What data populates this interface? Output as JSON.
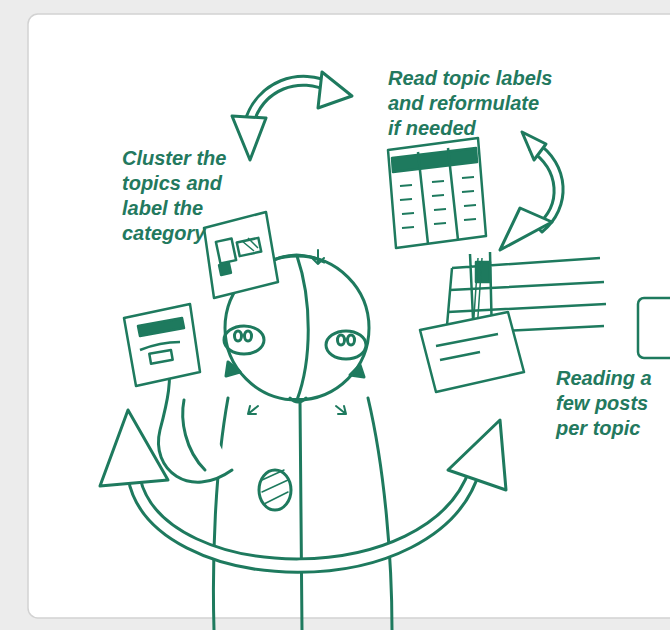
{
  "diagram": {
    "labels": [
      "Cluster the topics and label the category",
      "Read topic labels and reformulate if needed",
      "Reading a few posts per topic"
    ]
  }
}
